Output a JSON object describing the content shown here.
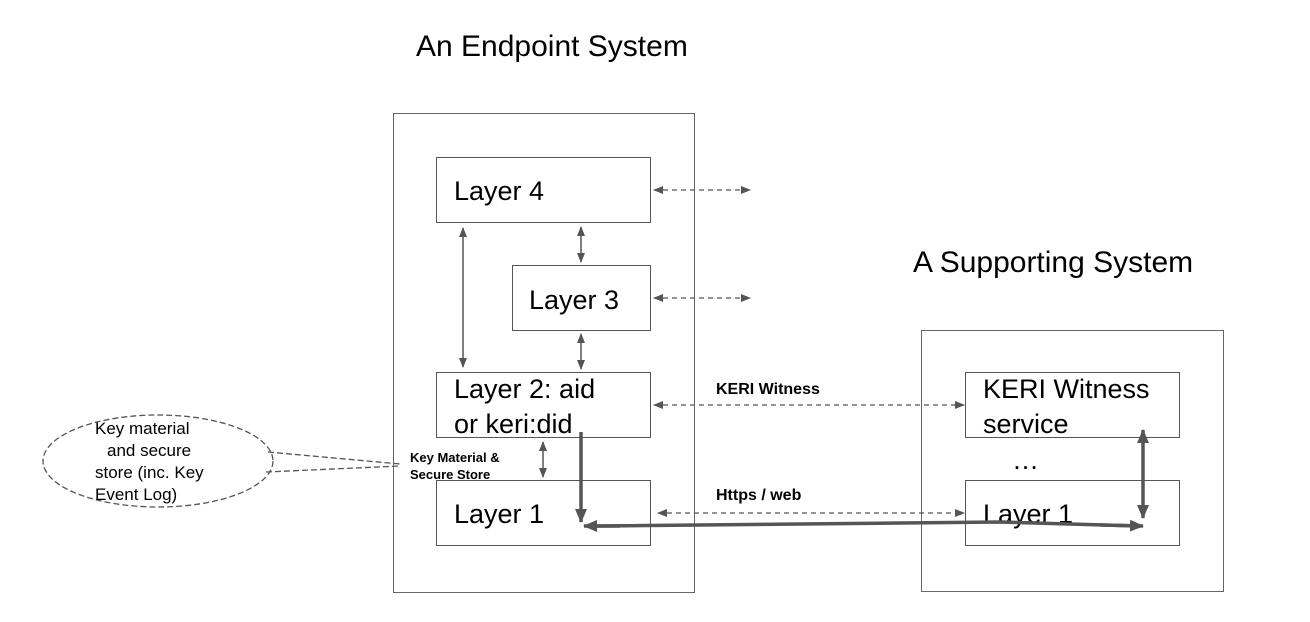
{
  "titles": {
    "endpoint": "An Endpoint System",
    "supporting": "A Supporting System"
  },
  "endpoint": {
    "layer4": "Layer 4",
    "layer3": "Layer 3",
    "layer2_line1": "Layer 2: aid",
    "layer2_line2": "or keri:did",
    "layer1": "Layer 1"
  },
  "supporting": {
    "witness_line1": "KERI Witness",
    "witness_line2": "service",
    "ellipsis": "…",
    "layer1": "Layer 1"
  },
  "connections": {
    "keri_witness": "KERI Witness",
    "https_web": "Https / web",
    "key_material_line1": "Key Material &",
    "key_material_line2": "Secure Store"
  },
  "bubble": {
    "line1": "Key material",
    "line2": "and secure",
    "line3": "store (inc. Key",
    "line4": "Event Log)"
  },
  "colors": {
    "stroke": "#555555",
    "text": "#000000"
  }
}
